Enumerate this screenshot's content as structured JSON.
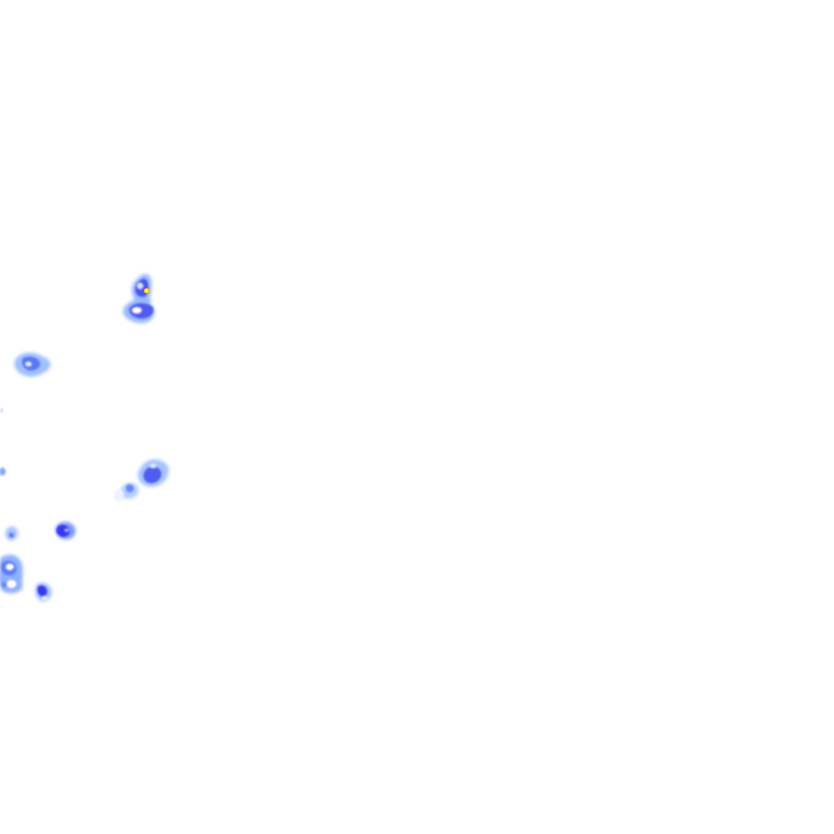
{
  "map": {
    "type": "weather-radar-overlay",
    "background_color": "#ffffff",
    "intensity_scale": [
      {
        "level": "light",
        "color": "#a9c8ff"
      },
      {
        "level": "moderate-light",
        "color": "#6f9cff"
      },
      {
        "level": "moderate",
        "color": "#4a63f5"
      },
      {
        "level": "heavy",
        "color": "#3a2df0"
      },
      {
        "level": "very-heavy",
        "color": "#ffff00"
      }
    ]
  }
}
